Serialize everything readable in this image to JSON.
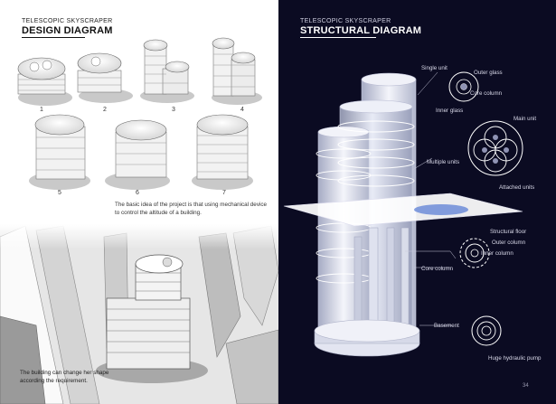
{
  "left_page": {
    "kicker": "TELESCOPIC SKYSCRAPER",
    "title": "DESIGN DIAGRAM",
    "steps": [
      "1",
      "2",
      "3",
      "4",
      "5",
      "6",
      "7"
    ],
    "caption_top": "The basic idea of the project is that using mechanical device to control the altitude of a building.",
    "caption_bottom": "The building can change her shape according the requirement."
  },
  "right_page": {
    "kicker": "TELESCOPIC SKYSCRAPER",
    "title": "STRUCTURAL DIAGRAM",
    "labels": {
      "single_unit": "Single unit",
      "outer_glass": "Outer glass",
      "core_column_top": "Core column",
      "inner_glass": "Inner glass",
      "main_unit": "Main unit",
      "multiple_units": "Multiple units",
      "attached_units": "Attached units",
      "structural_floor": "Structural floor",
      "outer_column": "Outer column",
      "inner_column": "Inner column",
      "core_column": "Core column",
      "basement": "Basement",
      "huge_hydraulic_pump": "Huge hydraulic pump"
    },
    "page_number": "34"
  },
  "colors": {
    "right_background": "#0b0b22",
    "left_background": "#ffffff",
    "accent_blue": "#5c7fd6"
  }
}
